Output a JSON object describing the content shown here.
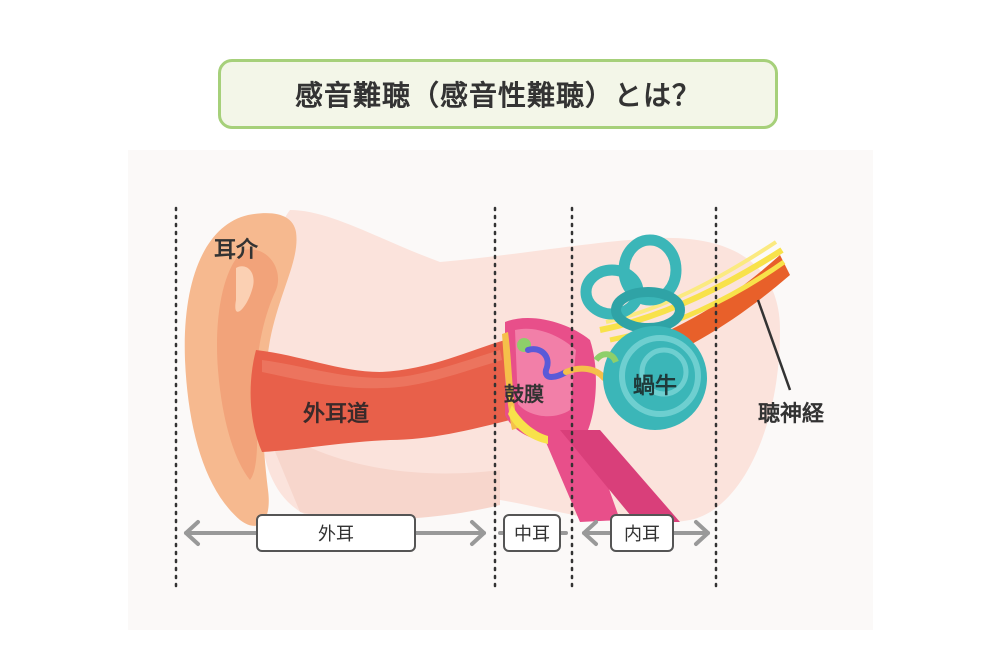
{
  "title": "感音難聴（感音性難聴）とは？",
  "labels": {
    "pinna": "耳介",
    "ear_canal": "外耳道",
    "eardrum": "鼓膜",
    "cochlea": "蝸牛",
    "auditory_nerve": "聴神経"
  },
  "sections": {
    "outer_ear": "外耳",
    "middle_ear": "中耳",
    "inner_ear": "内耳"
  },
  "colors": {
    "title_border": "#a6d07a",
    "title_bg": "#f3f6e8",
    "skin_light": "#fbe3dc",
    "pinna": "#f6b98f",
    "canal": "#e8604a",
    "middle_ear": "#e84f8a",
    "cochlea": "#3bb6b8",
    "nerve_orange": "#e8602a",
    "nerve_yellow": "#f8e24a",
    "arrow_gray": "#999999"
  }
}
